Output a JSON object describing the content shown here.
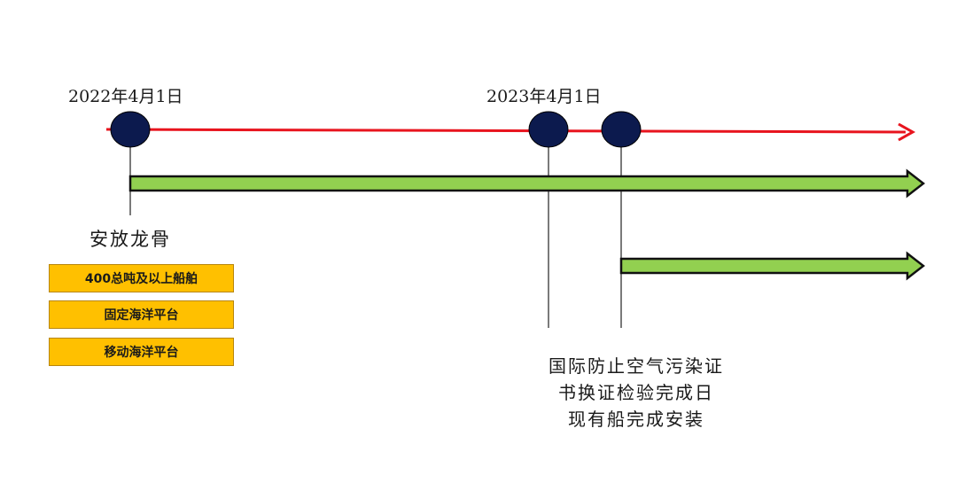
{
  "dates": {
    "start": "2022年4月1日",
    "mid": "2023年4月1日"
  },
  "keel_label": "安放龙骨",
  "categories": [
    "400总吨及以上船舶",
    "固定海洋平台",
    "移动海洋平台"
  ],
  "notes": [
    "国际防止空气污染证",
    "书换证检验完成日",
    "现有船完成安装"
  ],
  "colors": {
    "timeline_arrow": "#e8141e",
    "milestone_node": "#0c1a4e",
    "period_arrow_fill": "#92d050",
    "period_arrow_stroke": "#111111",
    "category_box": "#ffc000"
  }
}
